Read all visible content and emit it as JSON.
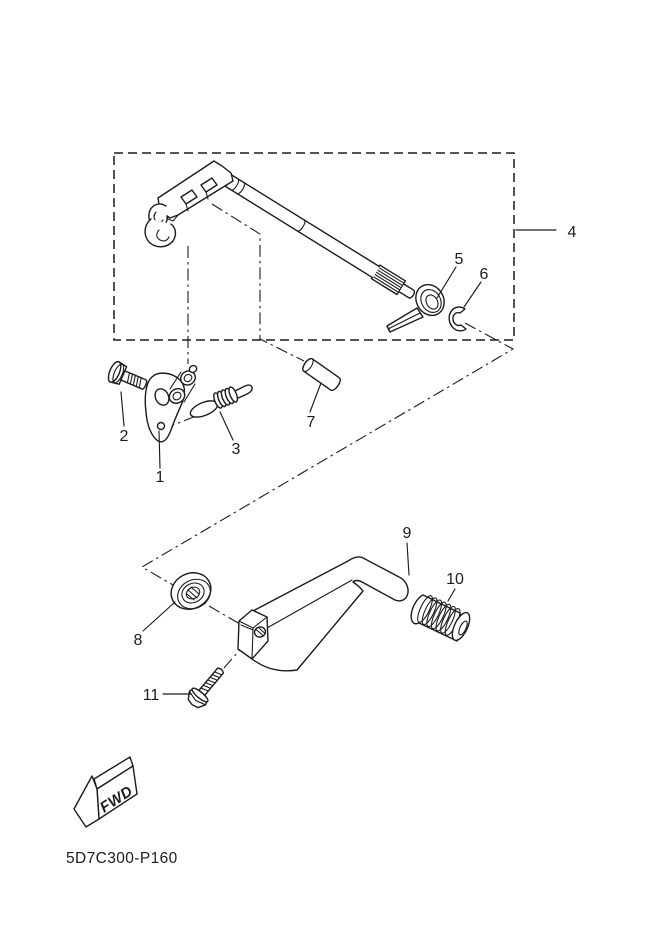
{
  "canvas": {
    "background": "#ffffff",
    "line_color": "#1c1c1c"
  },
  "callouts": [
    {
      "ref": "1"
    },
    {
      "ref": "2"
    },
    {
      "ref": "3"
    },
    {
      "ref": "4"
    },
    {
      "ref": "5"
    },
    {
      "ref": "6"
    },
    {
      "ref": "7"
    },
    {
      "ref": "8"
    },
    {
      "ref": "9"
    },
    {
      "ref": "10"
    },
    {
      "ref": "11"
    }
  ],
  "fwd_marker": {
    "label": "FWD"
  },
  "footer": {
    "code": "5D7C300-P160"
  }
}
